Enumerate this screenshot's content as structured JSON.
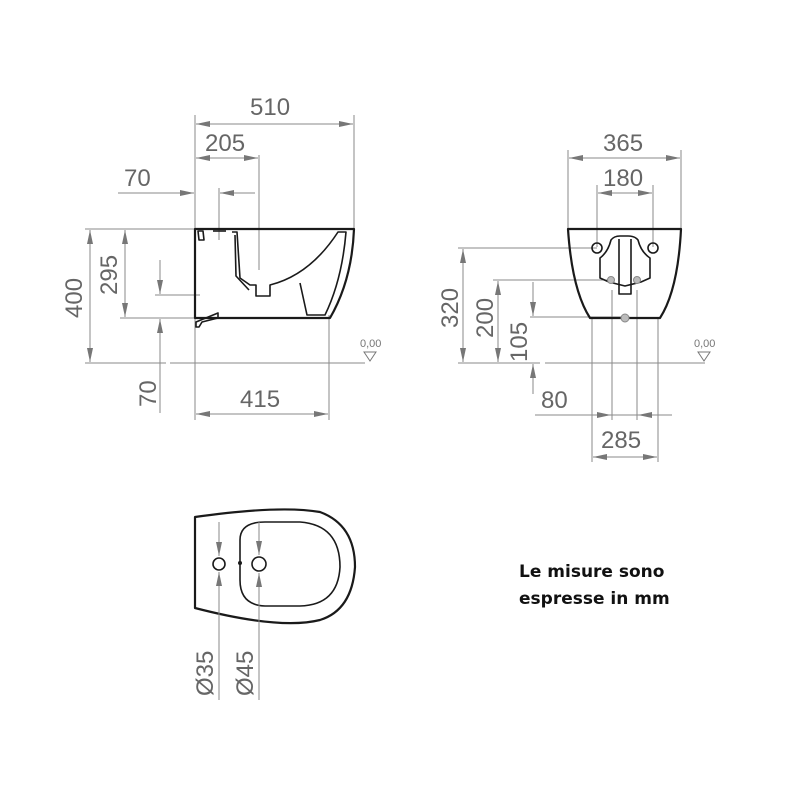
{
  "drawing": {
    "side_view": {
      "dims": {
        "total_depth": "510",
        "inlet_offset": "205",
        "wall_offset": "70",
        "height": "400",
        "bowl_height": "295",
        "lower_offset": "70",
        "bottom_depth": "415"
      },
      "level_label": "0,00"
    },
    "front_view": {
      "dims": {
        "width": "365",
        "fixing_spacing": "180",
        "height": "320",
        "fixing_height": "200",
        "drain_height": "105",
        "supply_height": "80",
        "bottom_width": "285"
      },
      "level_label": "0,00"
    },
    "top_view": {
      "dims": {
        "hole_small": "Ø35",
        "hole_large": "Ø45"
      }
    },
    "note": {
      "line1": "Le misure sono",
      "line2": "espresse in mm"
    }
  },
  "colors": {
    "dimension_lines": "#8a8a8a",
    "outline": "#1a1a1a",
    "text": "#666666"
  }
}
